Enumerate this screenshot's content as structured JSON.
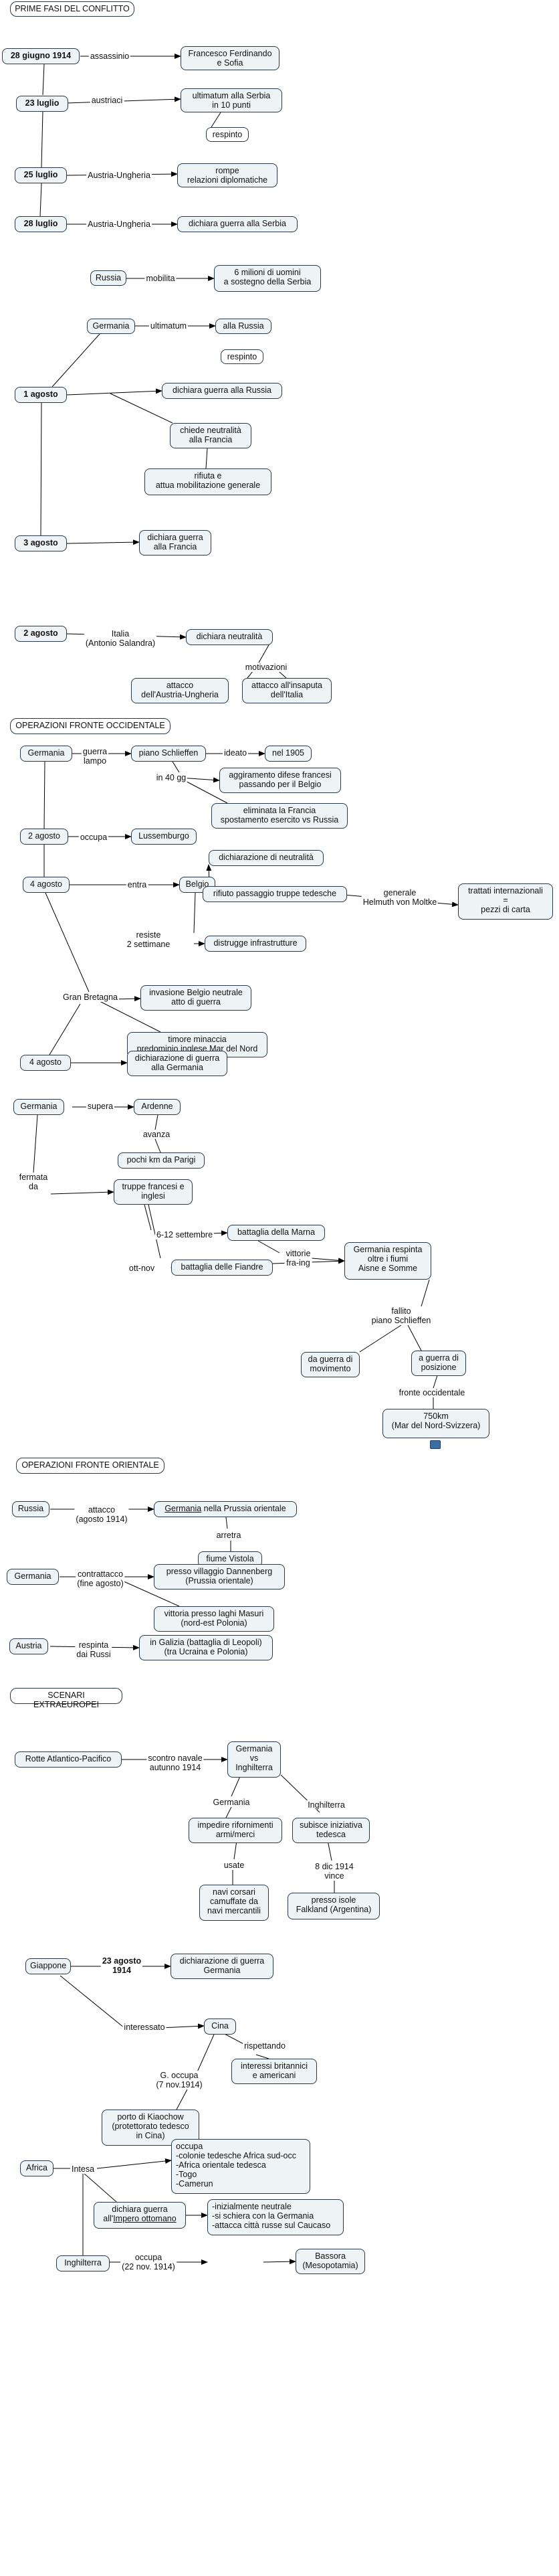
{
  "sections": {
    "s1": "PRIME FASI DEL CONFLITTO",
    "s2": "OPERAZIONI FRONTE OCCIDENTALE",
    "s3": "OPERAZIONI FRONTE ORIENTALE",
    "s4": "SCENARI EXTRAEUROPEI"
  },
  "nodes": {
    "d28giu": "28 giugno 1914",
    "ferdinando": "Francesco Ferdinando\ne Sofia",
    "d23lug": "23 luglio",
    "ultimatum_serbia": "ultimatum alla Serbia\nin 10 punti",
    "respinto1": "respinto",
    "d25lug": "25 luglio",
    "rompe": "rompe\nrelazioni diplomatiche",
    "d28lug": "28 luglio",
    "guerra_serbia": "dichiara guerra alla Serbia",
    "russia1": "Russia",
    "milioni": "6 milioni di  uomini\na sostegno della Serbia",
    "germania1": "Germania",
    "alla_russia": "alla Russia",
    "respinto2": "respinto",
    "d1ago": "1 agosto",
    "guerra_russia": "dichiara guerra alla Russia",
    "chiede_neutralita": "chiede neutralità\nalla Francia",
    "rifiuta": "rifiuta e\nattua mobilitazione generale",
    "d3ago": "3 agosto",
    "guerra_francia": "dichiara guerra\nalla Francia",
    "d2ago_a": "2 agosto",
    "neutralita": "dichiara neutralità",
    "attacco_austria": "attacco\ndell'Austria-Ungheria",
    "attacco_insaputa": "attacco all'insaputa\ndell'Italia",
    "germania2": "Germania",
    "piano": "piano Schlieffen",
    "nel1905": "nel 1905",
    "aggiramento": "aggiramento difese francesi\npassando per il Belgio",
    "eliminata": "eliminata la Francia\nspostamento esercito vs Russia",
    "d2ago_b": "2 agosto",
    "lussemburgo": "Lussemburgo",
    "d4ago_a": "4 agosto",
    "belgio": "Belgio",
    "dich_neutralita_b": "dichiarazione di neutralità",
    "rifiuto_passaggio": "rifiuto passaggio truppe tedesche",
    "trattati": "trattati internazionali\n=\npezzi di carta",
    "distrugge": "distrugge infrastrutture",
    "invasione": "invasione Belgio neutrale\natto di guerra",
    "timore": "timore minaccia\npredominio inglese Mar del Nord",
    "d4ago_b": "4 agosto",
    "dichiarazione_germania": "dichiarazione di guerra\nalla Germania",
    "germania3": "Germania",
    "ardenne": "Ardenne",
    "pochi_km": "pochi km da Parigi",
    "truppe": "truppe francesi e\ninglesi",
    "marna": "battaglia della Marna",
    "fiandre": "battaglia delle Fiandre",
    "respinta": "Germania respinta\noltre i fiumi\nAisne e Somme",
    "movimento": "da guerra di\nmovimento",
    "posizione": "a guerra di\nposizione",
    "km750": "750km\n(Mar del Nord-Svizzera)",
    "russia2": "Russia",
    "prussia_prefix": "Germania",
    "prussia_suffix": " nella Prussia orientale",
    "vistola": "fiume Vistola",
    "germania4": "Germania",
    "tannenberg": "presso villaggio Dannenberg\n(Prussia orientale)",
    "masuri": "vittoria presso laghi Masuri\n(nord-est Polonia)",
    "austria": "Austria",
    "galizia": "in Galizia (battaglia di Leopoli)\n(tra Ucraina e Polonia)",
    "rotte": "Rotte Atlantico-Pacifico",
    "ger_vs_ing": "Germania\nvs\nInghilterra",
    "impedire": "impedire rifornimenti\narmi/merci",
    "subisce": "subisce iniziativa\ntedesca",
    "corsari": "navi corsari\ncamuffate da\nnavi mercantili",
    "falkland": "presso isole\nFalkland (Argentina)",
    "giappone": "Giappone",
    "guerra_germania_gp": "dichiarazione di guerra\nGermania",
    "cina": "Cina",
    "interessi": "interessi britannici\ne americani",
    "kiaochow": "porto di Kiaochow\n(protettorato tedesco\nin Cina)",
    "africa": "Africa",
    "occupa_africa": "occupa\n-colonie tedesche Africa sud-occ\n-Africa orientale tedesca\n-Togo\n-Camerun",
    "ottomano_prefix": "dichiara guerra\nall'",
    "ottomano_link": "Impero ottomano",
    "neutrale": "-inizialmente neutrale\n-si schiera con la Germania\n-attacca città russe sul Caucaso",
    "inghilterra": "Inghilterra",
    "bassora": "Bassora\n(Mesopotamia)"
  },
  "labels": {
    "assassinio": "assassinio",
    "austriaci": "austriaci",
    "austria_ungheria1": "Austria-Ungheria",
    "austria_ungheria2": "Austria-Ungheria",
    "mobilita": "mobilita",
    "ultimatum": "ultimatum",
    "italia": "Italia\n(Antonio Salandra)",
    "motivazioni": "motivazioni",
    "guerra_lampo": "guerra\nlampo",
    "ideato": "ideato",
    "in40gg": "in 40 gg",
    "occupa1": "occupa",
    "entra": "entra",
    "generale": "generale\nHelmuth von Moltke",
    "resiste": "resiste\n2 settimane",
    "gran_bretagna": "Gran Bretagna",
    "supera": "supera",
    "avanza": "avanza",
    "fermata": "fermata\nda",
    "settembre": "6-12 settembre",
    "ott_nov": "ott-nov",
    "vittorie": "vittorie\nfra-ing",
    "fallito": "fallito\npiano Schlieffen",
    "fronte": "fronte occidentale",
    "attacco_russia": "attacco\n(agosto 1914)",
    "arretra": "arretra",
    "contrattacco": "contrattacco\n(fine agosto)",
    "respinta_russi": "respinta\ndai Russi",
    "scontro": "scontro navale\nautunno 1914",
    "germania_lbl": "Germania",
    "inghilterra_lbl": "Inghilterra",
    "usate": "usate",
    "dic8": "8 dic 1914\nvince",
    "ago23": "23 agosto\n1914",
    "interessato": "interessato",
    "rispettando": "rispettando",
    "g_occupa": "G. occupa\n(7 nov.1914)",
    "intesa": "Intesa",
    "occupa2": "occupa\n(22 nov. 1914)"
  }
}
